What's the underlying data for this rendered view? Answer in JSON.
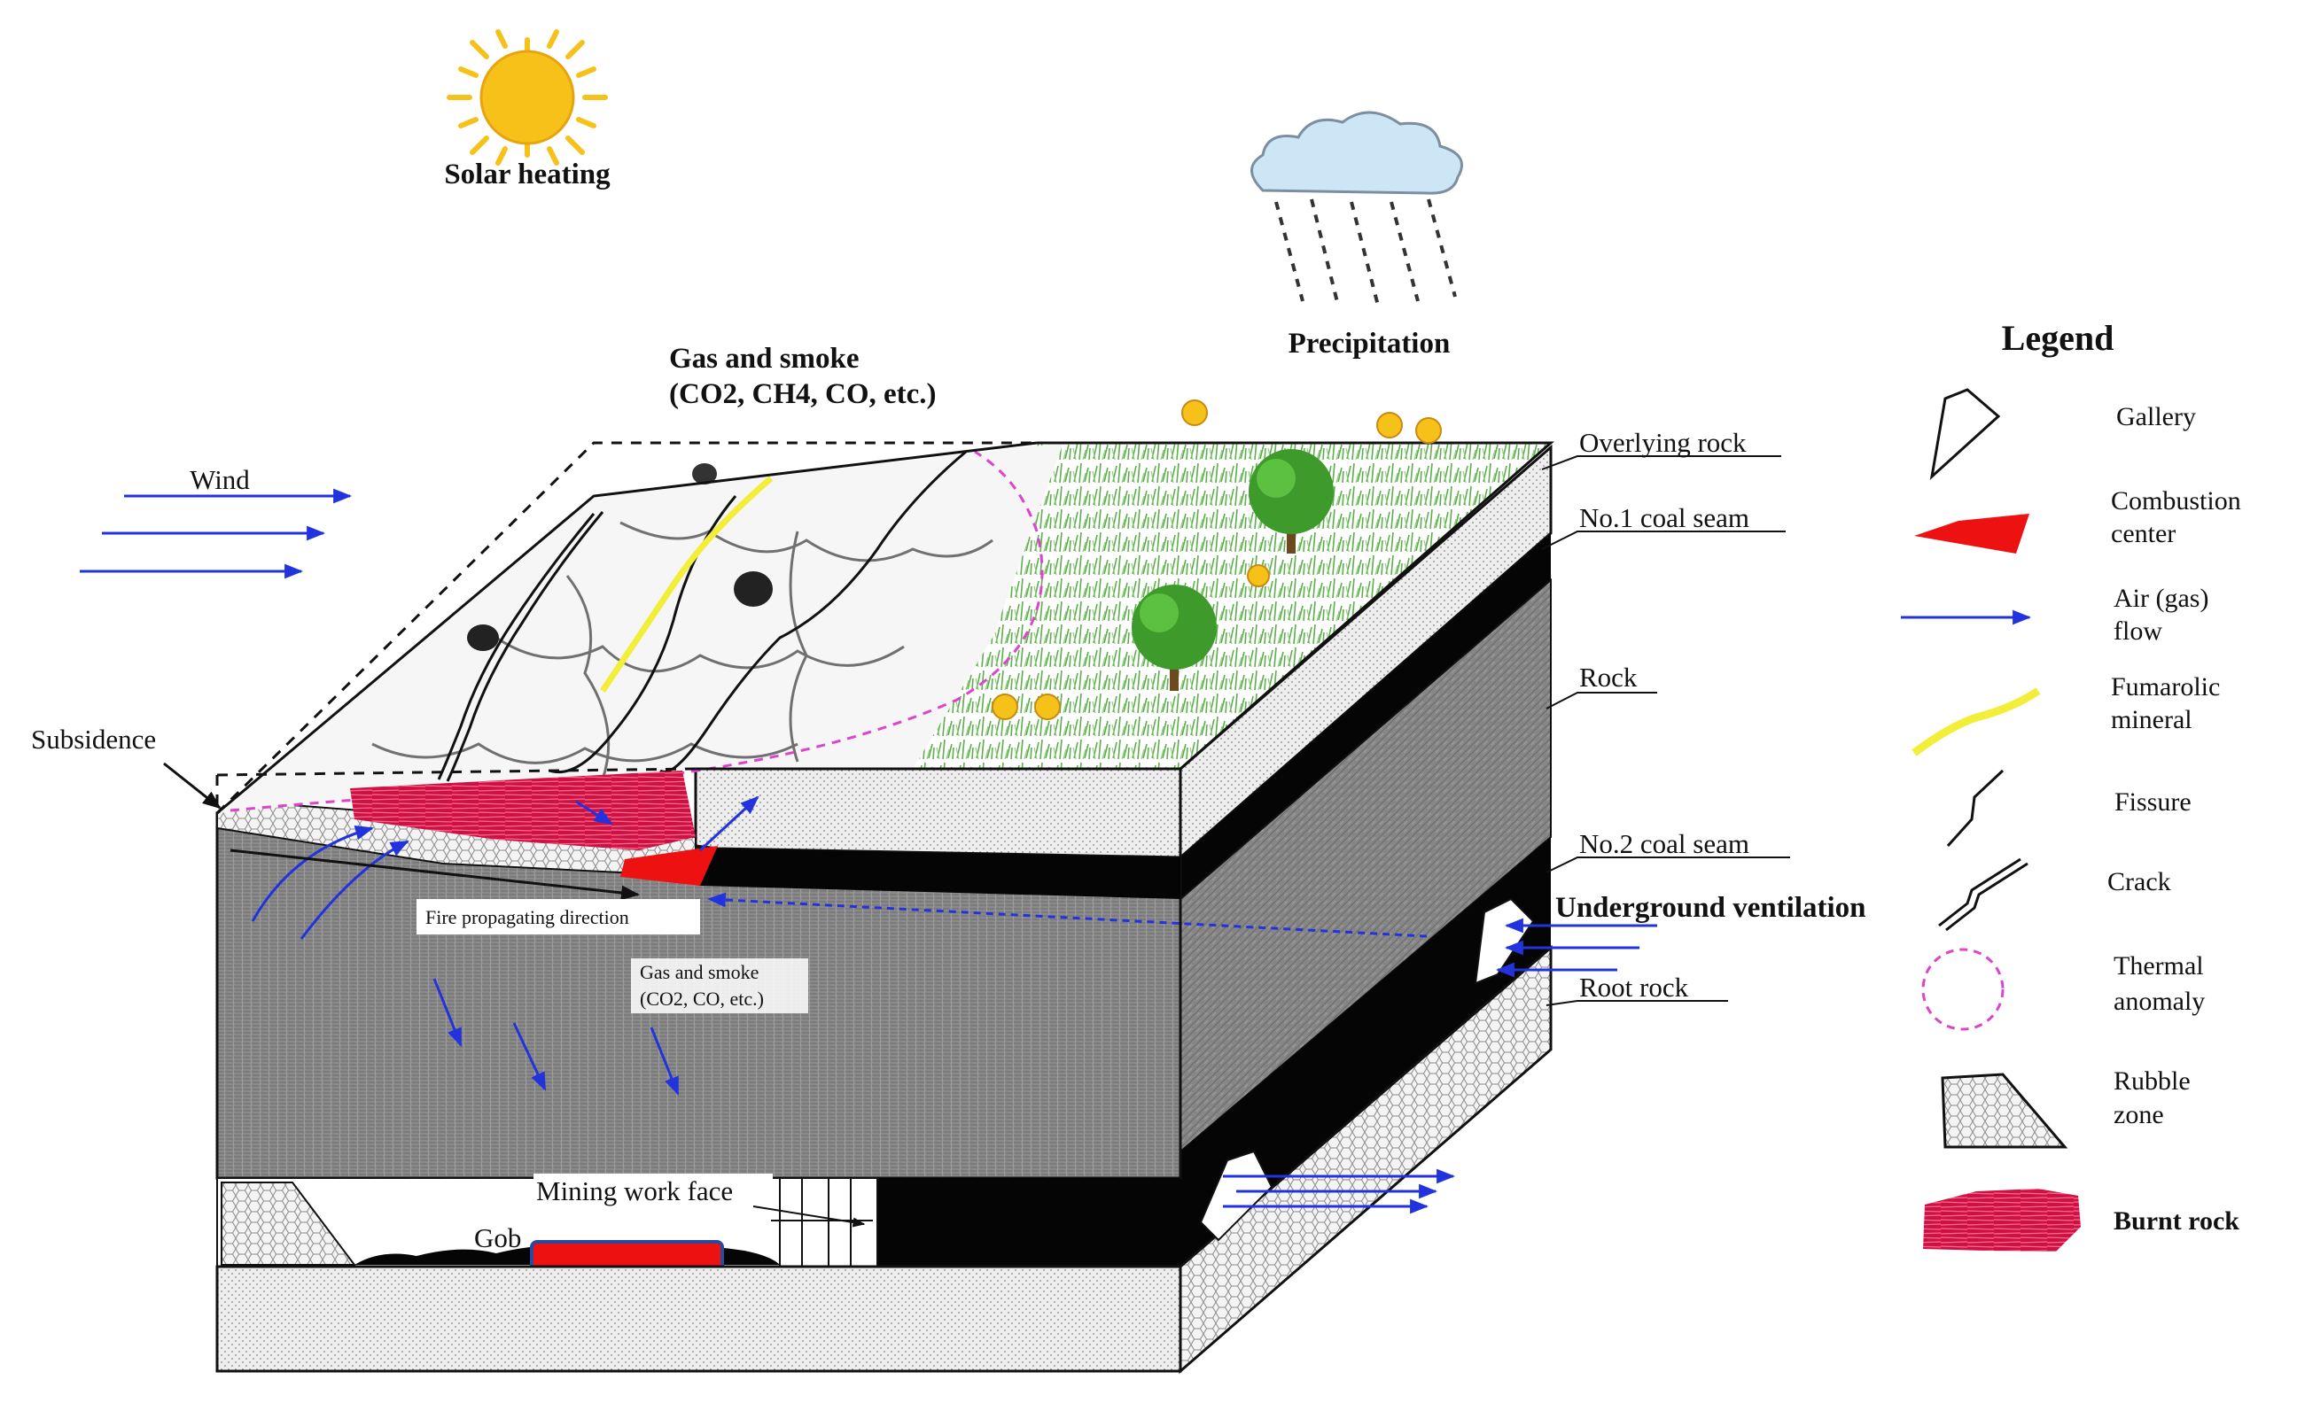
{
  "labels": {
    "solar_heating": "Solar heating",
    "precipitation": "Precipitation",
    "gas_smoke_top_1": "Gas and smoke",
    "gas_smoke_top_2": "(CO2, CH4, CO, etc.)",
    "wind": "Wind",
    "subsidence": "Subsidence",
    "overlying_rock": "Overlying rock",
    "no1_coal_seam": "No.1 coal seam",
    "rock": "Rock",
    "no2_coal_seam": "No.2 coal seam",
    "underground_ventilation": "Underground ventilation",
    "root_rock": "Root rock",
    "fire_propagating_direction": "Fire propagating direction",
    "gas_smoke_under_1": "Gas and smoke",
    "gas_smoke_under_2": "(CO2, CO, etc.)",
    "mining_work_face": "Mining work face",
    "gob": "Gob"
  },
  "legend": {
    "title": "Legend",
    "items": [
      {
        "id": "gallery",
        "lines": [
          "Gallery"
        ]
      },
      {
        "id": "combustion",
        "lines": [
          "Combustion",
          "center"
        ]
      },
      {
        "id": "airflow",
        "lines": [
          "Air (gas)",
          "flow"
        ]
      },
      {
        "id": "fumarolic",
        "lines": [
          "Fumarolic",
          "mineral"
        ]
      },
      {
        "id": "fissure",
        "lines": [
          "Fissure"
        ]
      },
      {
        "id": "crack",
        "lines": [
          "Crack"
        ]
      },
      {
        "id": "thermal",
        "lines": [
          "Thermal",
          "anomaly"
        ]
      },
      {
        "id": "rubble",
        "lines": [
          "Rubble",
          "zone"
        ]
      },
      {
        "id": "burnt",
        "lines": [
          "Burnt rock"
        ]
      }
    ]
  },
  "colors": {
    "combustion": "#ee1111",
    "burnt_rock": "#cc1144",
    "air_flow": "#2233dd",
    "fumarolic": "#f2ee3a",
    "thermal": "#dd44cc",
    "grass": "#55aa44",
    "sun": "#f6c21a",
    "rock_gray": "#8a8a8a",
    "coal": "#050505",
    "overlying_rock": "#e8e8e8"
  }
}
